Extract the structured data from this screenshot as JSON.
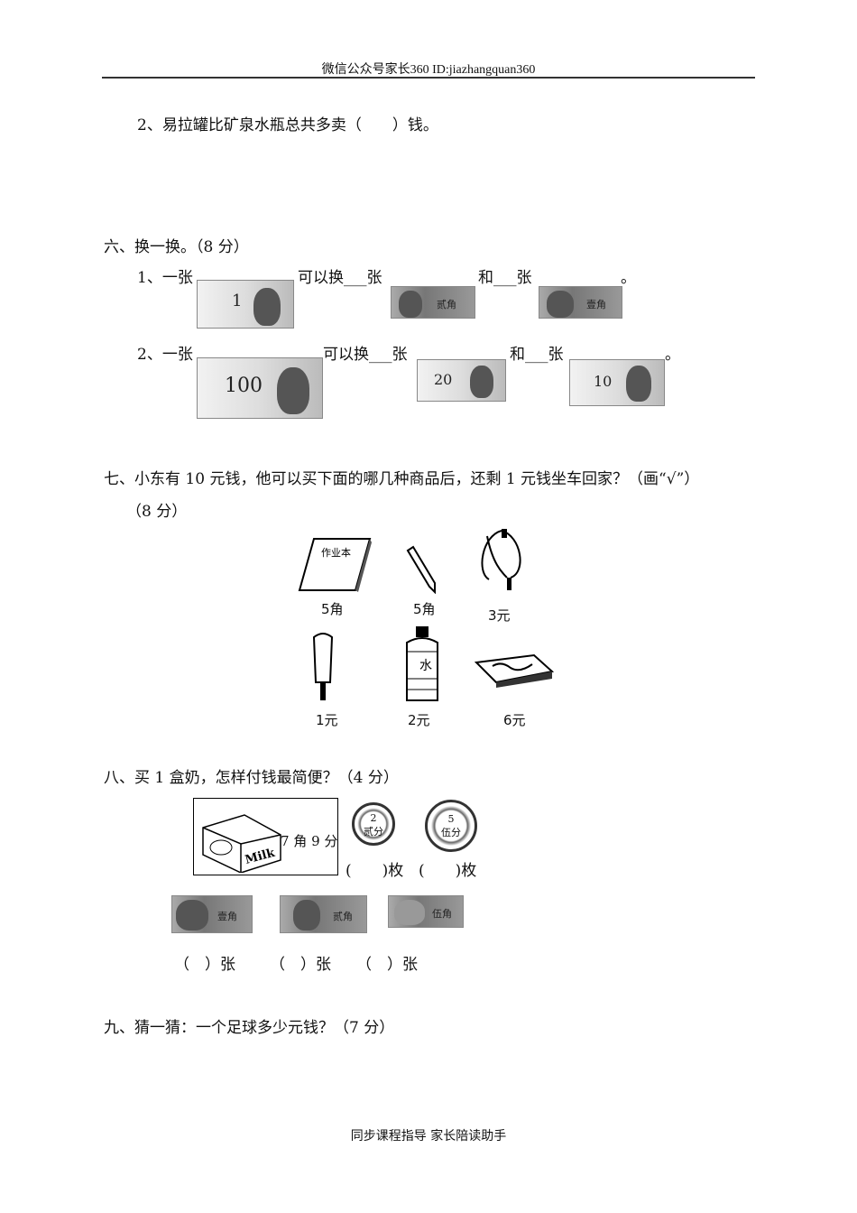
{
  "header": {
    "text": "微信公众号家长360 ID:jiazhangquan360"
  },
  "q5_2": {
    "text": "2、易拉罐比矿泉水瓶总共多卖（　　）钱。"
  },
  "q6": {
    "title": "六、换一换。（8 分）",
    "row1": {
      "prefix": "1、一张",
      "mid": "可以换___张",
      "and": "和___张",
      "end": "。",
      "notes": [
        "1",
        "贰角",
        "壹角"
      ]
    },
    "row2": {
      "prefix": "2、一张",
      "mid": "可以换___张",
      "and": "和___张",
      "end": "。",
      "notes": [
        "100",
        "20",
        "10"
      ]
    }
  },
  "q7": {
    "title": "七、小东有 10 元钱，他可以买下面的哪几种商品后，还剩 1 元钱坐车回家？（画“√”）",
    "score": "（8 分）",
    "items": [
      {
        "name": "notebook",
        "label": "作业本",
        "price": "5角"
      },
      {
        "name": "pencil",
        "price": "5角"
      },
      {
        "name": "jump-rope",
        "price": "3元"
      },
      {
        "name": "popsicle",
        "price": "1元"
      },
      {
        "name": "water-bottle",
        "label": "水",
        "price": "2元"
      },
      {
        "name": "pencil-box",
        "price": "6元"
      }
    ]
  },
  "q8": {
    "title": "八、买 1 盒奶，怎样付钱最简便？（4 分）",
    "milk_label": "Milk",
    "price": "7 角 9 分",
    "coins": [
      {
        "value": "2",
        "text": "贰分",
        "count": "(　　)枚"
      },
      {
        "value": "5",
        "text": "伍分",
        "count": "(　　)枚"
      }
    ],
    "notes": [
      {
        "text": "壹角",
        "count": "（　）张"
      },
      {
        "text": "贰角",
        "count": "（　）张"
      },
      {
        "text": "伍角",
        "count": "（　）张"
      }
    ]
  },
  "q9": {
    "title": "九、猜一猜：一个足球多少元钱？（7 分）"
  },
  "footer": {
    "text": "同步课程指导 家长陪读助手"
  }
}
